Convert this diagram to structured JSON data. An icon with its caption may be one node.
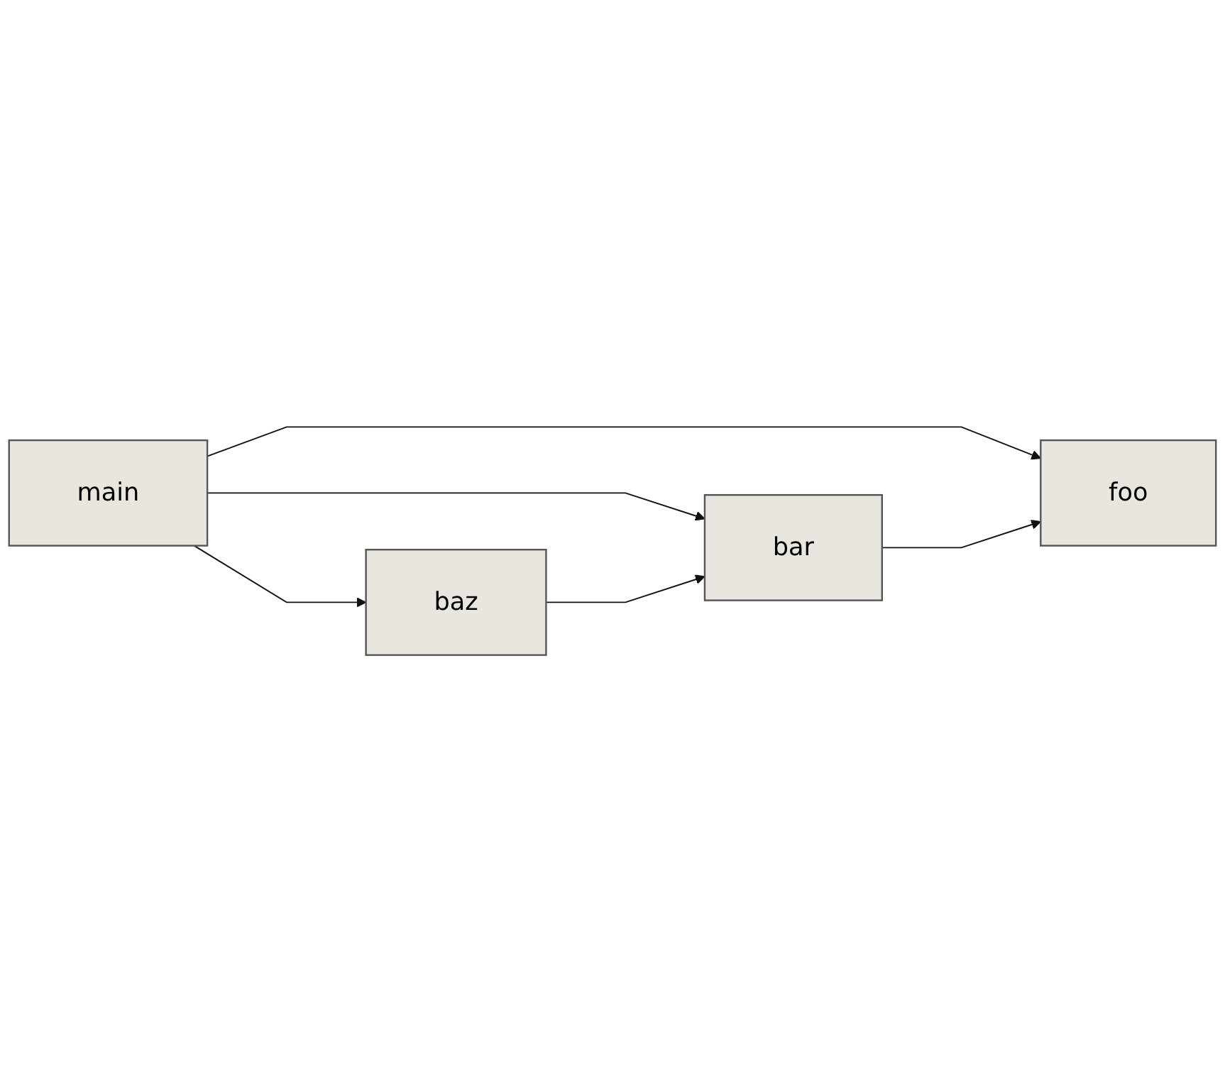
{
  "diagram": {
    "nodes": [
      {
        "text": [
          "main"
        ]
      },
      {
        "text": [
          "foo"
        ]
      },
      {
        "text": [
          "bar"
        ]
      },
      {
        "text": [
          "baz"
        ]
      }
    ],
    "edges": [
      {
        "from": 0,
        "to": 1,
        "arrow": "to"
      },
      {
        "from": 0,
        "to": 2,
        "arrow": "to"
      },
      {
        "from": 0,
        "to": 3,
        "arrow": "to"
      },
      {
        "from": 2,
        "to": 1,
        "arrow": "to"
      },
      {
        "from": 3,
        "to": 2,
        "arrow": "to"
      }
    ]
  }
}
